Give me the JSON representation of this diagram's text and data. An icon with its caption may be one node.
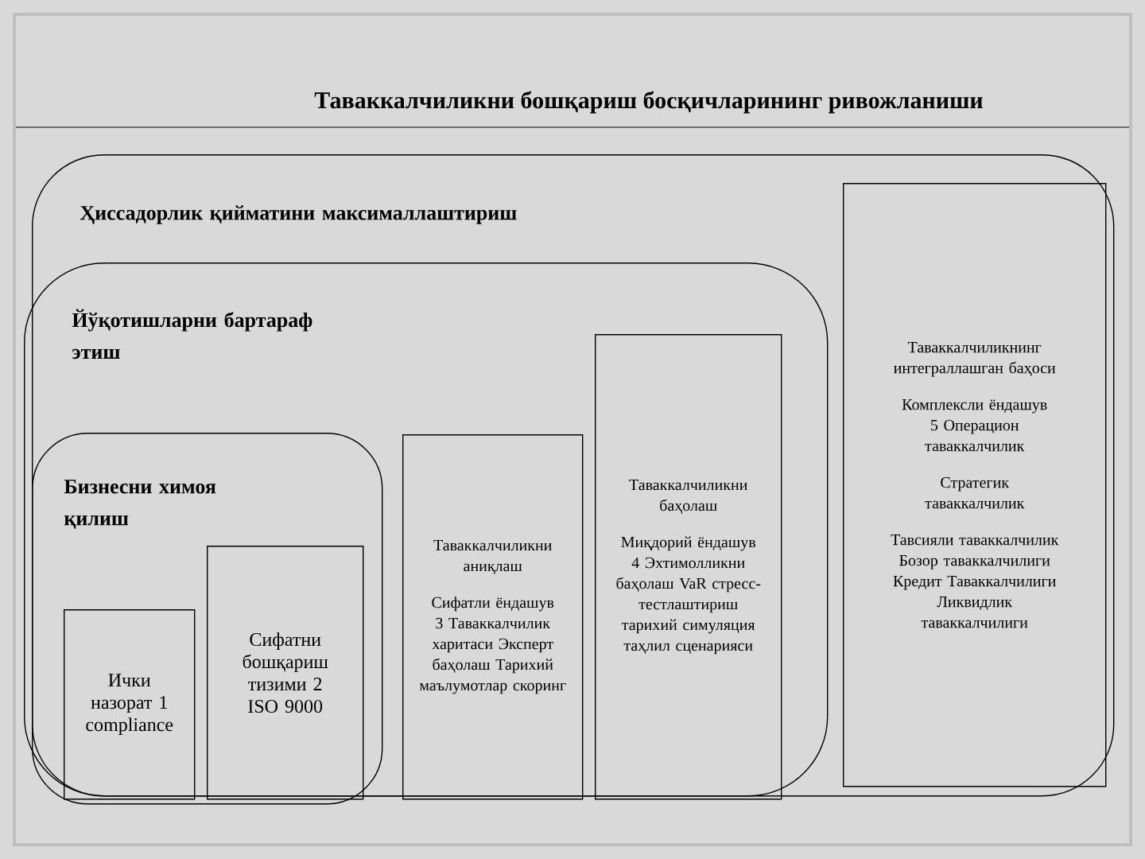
{
  "diagram": {
    "title": "Таваккалчиликни бошқариш босқичларининг ривожланиши",
    "nodes": [
      {
        "text": [
          "Ҳиссадорлик қийматини максималлаштириш"
        ]
      },
      {
        "text": [
          "Йўқотишларни бартараф этиш"
        ],
        "in": 0
      },
      {
        "text": [
          "Бизнесни химоя қилиш"
        ],
        "in": 1
      },
      {
        "text": [
          "Ички назорат 1 compliance"
        ],
        "in": 2
      },
      {
        "text": [
          "Сифатни бошқариш тизими 2 ISO 9000"
        ],
        "in": 2
      },
      {
        "text": [
          "Таваккалчиликни аниқлаш",
          "Сифатли ёндашув 3 Таваккалчилик харитаси Эксперт баҳолаш Тарихий маълумотлар скоринг"
        ],
        "in": 1
      },
      {
        "text": [
          "Таваккалчиликни баҳолаш",
          "Миқдорий ёндашув 4 Эхтимолликни баҳолаш VaR стресс-тестлаштириш тарихий симуляция таҳлил сценарияси"
        ],
        "in": 1
      },
      {
        "text": [
          "Таваккалчиликнинг интеграллашган баҳоси",
          "Комплексли ёндашув 5 Операцион таваккалчилик",
          "Стратегик таваккалчилик",
          "Тавсияли таваккалчилик Бозор таваккалчилиги Кредит Таваккалчилиги Ликвидлик таваккалчилиги"
        ],
        "in": 0
      }
    ],
    "edges": []
  }
}
